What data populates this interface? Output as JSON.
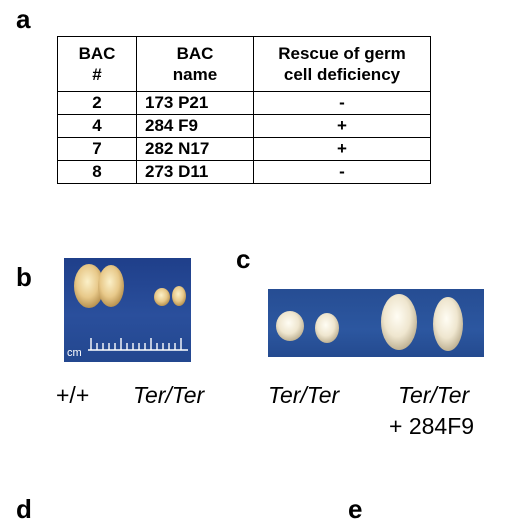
{
  "panels": {
    "a": "a",
    "b": "b",
    "c": "c",
    "d": "d",
    "e": "e"
  },
  "table": {
    "headers": [
      {
        "line1": "BAC",
        "line2": "#"
      },
      {
        "line1": "BAC",
        "line2": "name"
      },
      {
        "line1": "Rescue of germ",
        "line2": "cell deficiency"
      }
    ],
    "rows": [
      {
        "num": "2",
        "name": "173 P21",
        "rescue": "-"
      },
      {
        "num": "4",
        "name": "284 F9",
        "rescue": "+"
      },
      {
        "num": "7",
        "name": "282 N17",
        "rescue": "+"
      },
      {
        "num": "8",
        "name": "273 D11",
        "rescue": "-"
      }
    ]
  },
  "photo_b": {
    "ruler_unit": "cm",
    "background_color": "#25489a",
    "testis_color": "#e8c98a"
  },
  "photo_c": {
    "background_color": "#2a549d",
    "testis_color": "#efe6cf"
  },
  "captions": {
    "wild_type": "+/+",
    "ter_b": "Ter/Ter",
    "ter_c": "Ter/Ter",
    "ter_rescue": "Ter/Ter",
    "rescue_bac": "+ 284F9"
  }
}
